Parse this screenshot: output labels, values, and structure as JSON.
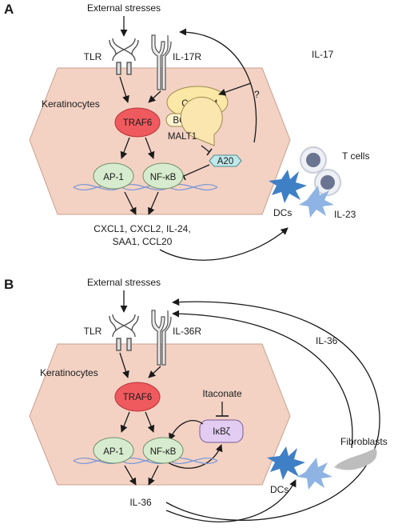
{
  "colors": {
    "cell_fill": "#f3d2c4",
    "cell_stroke": "#c8a08f",
    "traf6_fill": "#ef5a5f",
    "traf6_stroke": "#b83338",
    "tf_fill": "#d7ecce",
    "tf_stroke": "#6f8f68",
    "card14_fill": "#fbe8a6",
    "card14_stroke": "#9e8a4d",
    "bcl10_fill": "#fdf3d0",
    "malt1_fill": "#fbe6b0",
    "a20_fill": "#bfe8ea",
    "a20_stroke": "#4d8c90",
    "ikbz_fill": "#e3ccf2",
    "ikbz_stroke": "#7b5a93",
    "dna": "#7b98d6",
    "dc_dark": "#3f7fc6",
    "dc_light": "#8fb4e4",
    "tcell_ring": "#c9ccd8",
    "tcell_core": "#6b7490",
    "fibroblast": "#bdbdbd",
    "arrow": "#1a1a1a"
  },
  "panel_a": {
    "letter": "A",
    "external_stresses": "External stresses",
    "tlr": "TLR",
    "receptor": "IL-17R",
    "keratinocytes": "Keratinocytes",
    "traf6": "TRAF6",
    "card14": "CARD14",
    "question": "?",
    "bcl10": "BCL10",
    "malt1": "MALT1",
    "a20": "A20",
    "ap1": "AP-1",
    "nfkb": "NF-κB",
    "outputs_line1": "CXCL1, CXCL2, IL-24,",
    "outputs_line2": "SAA1, CCL20",
    "loop_cytokine": "IL-17",
    "t_cells": "T cells",
    "dcs": "DCs",
    "il23": "IL-23"
  },
  "panel_b": {
    "letter": "B",
    "external_stresses": "External stresses",
    "tlr": "TLR",
    "receptor": "IL-36R",
    "keratinocytes": "Keratinocytes",
    "traf6": "TRAF6",
    "itaconate": "Itaconate",
    "ikbz": "IκBζ",
    "ap1": "AP-1",
    "nfkb": "NF-κB",
    "output": "IL-36",
    "loop_cytokine": "IL-36",
    "fibroblasts": "Fibroblasts",
    "dcs": "DCs"
  }
}
